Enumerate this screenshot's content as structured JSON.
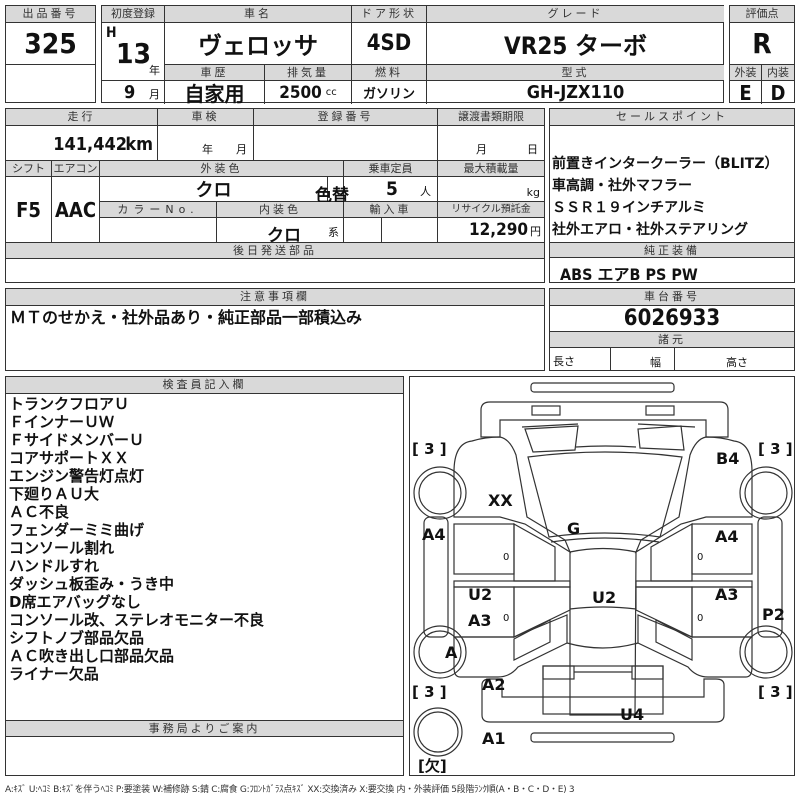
{
  "lot": {
    "label": "出品番号",
    "value": "325"
  },
  "first_reg": {
    "label": "初度登録",
    "era": "H",
    "year": "13",
    "year_unit": "年",
    "month": "9",
    "month_unit": "月"
  },
  "car_name": {
    "label": "車名",
    "value": "ヴェロッサ"
  },
  "door": {
    "label": "ドア形状",
    "value": "4SD"
  },
  "grade": {
    "label": "グレード",
    "value": "VR25 ターボ"
  },
  "score": {
    "label": "評価点",
    "value": "R",
    "ext_label": "外装",
    "ext": "E",
    "int_label": "内装",
    "int": "D"
  },
  "history": {
    "label": "車歴",
    "value": "自家用"
  },
  "displacement": {
    "label": "排気量",
    "value": "2500",
    "unit": "cc"
  },
  "fuel": {
    "label": "燃料",
    "value": "ガソリン"
  },
  "model": {
    "label": "型式",
    "value": "GH-JZX110"
  },
  "mileage": {
    "label": "走行",
    "value": "141,442",
    "unit": "km"
  },
  "inspection": {
    "label": "車検",
    "year_unit": "年",
    "month_unit": "月"
  },
  "reg_no": {
    "label": "登録番号"
  },
  "transfer": {
    "label": "譲渡書類期限",
    "month_unit": "月",
    "day_unit": "日"
  },
  "shift": {
    "label": "シフト",
    "value": "F5"
  },
  "aircon": {
    "label": "エアコン",
    "value": "AAC"
  },
  "ext_color": {
    "label": "外装色",
    "value": "クロ",
    "repaint": "色替"
  },
  "capacity": {
    "label": "乗車定員",
    "value": "5",
    "unit": "人"
  },
  "max_load": {
    "label": "最大積載量",
    "unit": "kg"
  },
  "color_no": {
    "label": "カラーNo."
  },
  "int_color": {
    "label": "内装色",
    "value": "クロ",
    "unit": "系"
  },
  "import": {
    "label": "輸入車"
  },
  "recycle": {
    "label": "リサイクル預託金",
    "value": "12,290",
    "unit": "円"
  },
  "later_parts": {
    "label": "後日発送部品"
  },
  "sales_points": {
    "label": "セールスポイント",
    "lines": [
      "前置きインタークーラー（BLITZ）",
      "車高調・社外マフラー",
      "ＳＳＲ１９インチアルミ",
      "社外エアロ・社外ステアリング"
    ]
  },
  "equipment": {
    "label": "純正装備",
    "value": "ABS エアB PS PW"
  },
  "notes": {
    "label": "注意事項欄",
    "value": "ＭＴのせかえ・社外品あり・純正部品一部積込み"
  },
  "chassis": {
    "label": "車台番号",
    "value": "6026933"
  },
  "specs": {
    "label": "諸元",
    "length": "長さ",
    "width": "幅",
    "height": "高さ"
  },
  "inspector": {
    "label": "検査員記入欄",
    "lines": [
      "トランクフロアＵ",
      "ＦインナーＵＷ",
      "ＦサイドメンバーＵ",
      "コアサポートＸＸ",
      "エンジン警告灯点灯",
      "下廻りＡＵ大",
      "ＡＣ不良",
      "フェンダーミミ曲げ",
      "コンソール割れ",
      "ハンドルすれ",
      "ダッシュ板歪み・うき中",
      "D席エアバッグなし",
      "コンソール改、ステレオモニター不良",
      "シフトノブ部品欠品",
      "ＡＣ吹き出し口部品欠品",
      "ライナー欠品"
    ]
  },
  "office": {
    "label": "事務局よりご案内"
  },
  "diagram": {
    "tires": {
      "fl": "[ 3 ]",
      "fr": "[ 3 ]",
      "rl": "[ 3 ]",
      "rr": "[ 3 ]",
      "spare": "[欠]"
    },
    "marks": {
      "xx": "XX",
      "b4": "B4",
      "g": "G",
      "a4_left": "A4",
      "a4_right": "A4",
      "u2_left": "U2",
      "u2_center": "U2",
      "a3_left": "A3",
      "a3_right": "A3",
      "p2": "P2",
      "a_wheel": "A",
      "a2": "A2",
      "u4": "U4",
      "a1": "A1",
      "zero": "0"
    }
  },
  "legend": "A:ｷｽﾞ U:ﾍｺﾐ B:ｷｽﾞを伴うﾍｺﾐ P:要塗装 W:補修跡 S:錆 C:腐食 G:ﾌﾛﾝﾄｶﾞﾗｽ点ｷｽﾞ XX:交換済み X:要交換 内・外装評価 5段階ﾗﾝｸ順(A・B・C・D・E) 3"
}
